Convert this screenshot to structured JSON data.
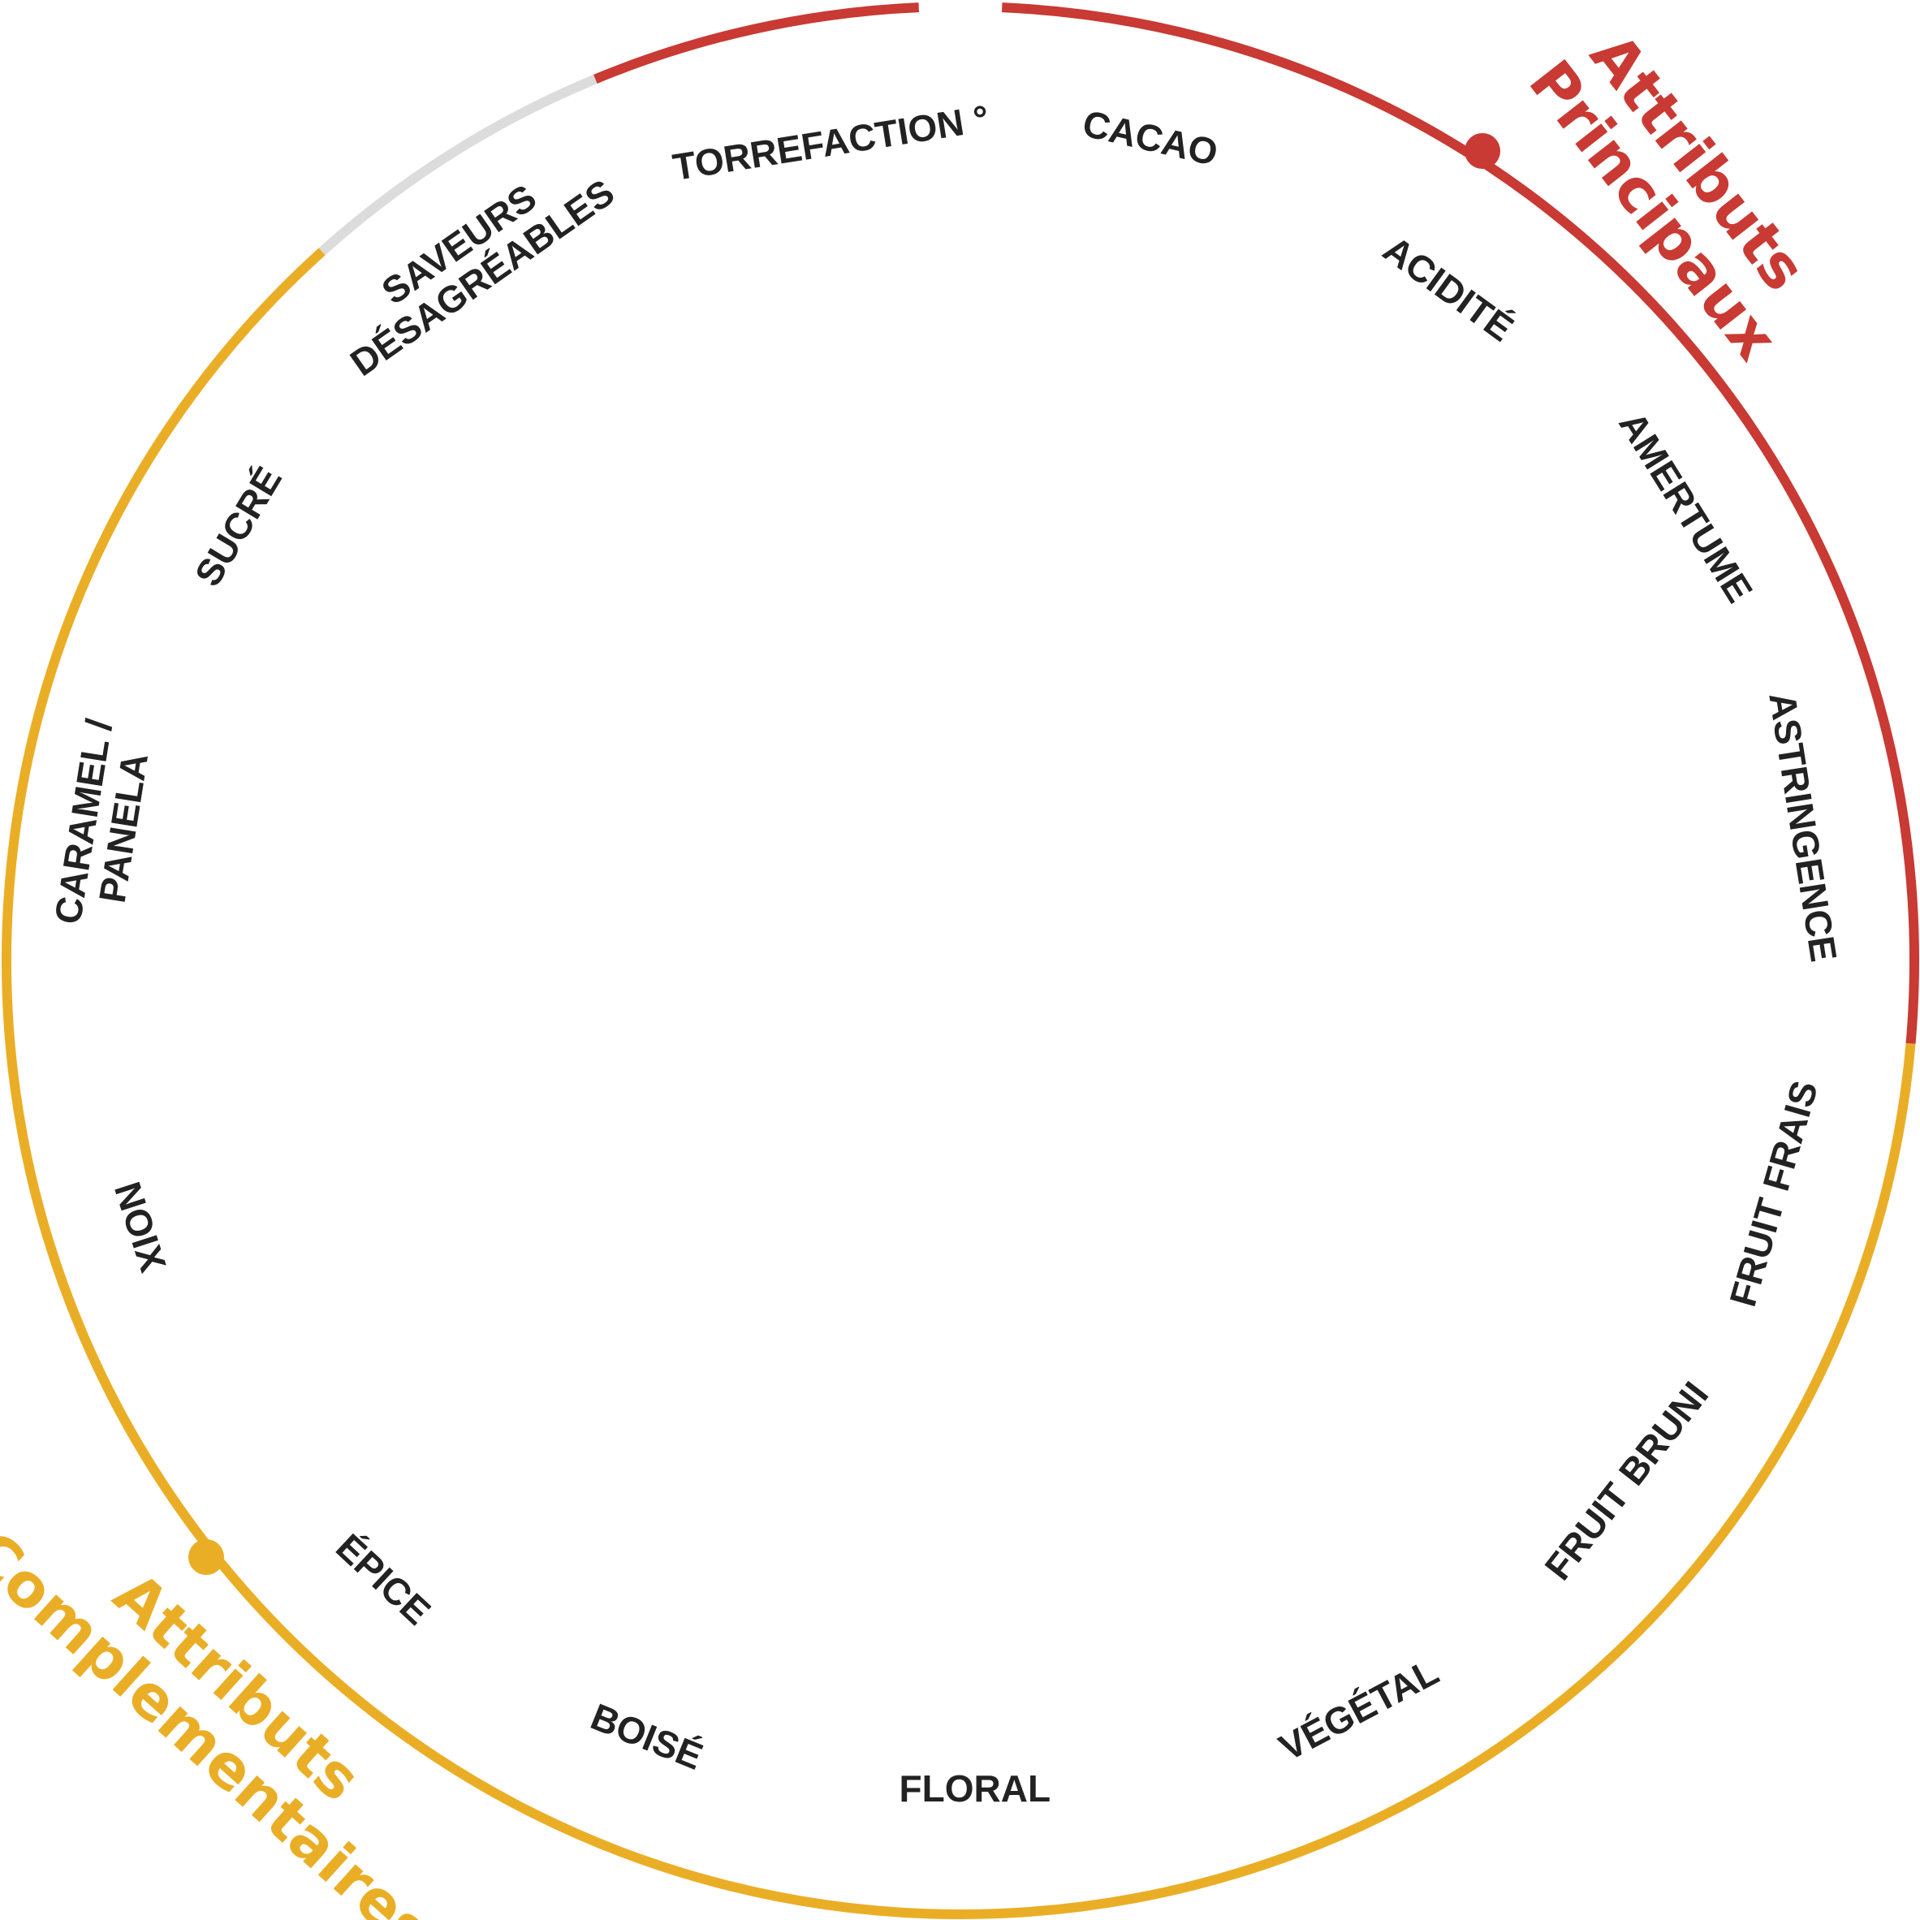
{
  "colors": {
    "principal": "#C83A33",
    "complementary": "#EAAE26",
    "other": "#DCDCDC",
    "text": "#222222",
    "background": "#FFFFFF"
  },
  "groups": {
    "principal": {
      "line1": "Attributs",
      "line2": "Principaux",
      "color": "#C83A33"
    },
    "complementary": {
      "line1": "Attributs",
      "line2": "Complementaires",
      "color": "#EAAE26"
    }
  },
  "attributes": [
    {
      "id": "cacao",
      "lines": [
        "CACAO"
      ],
      "group": "principal"
    },
    {
      "id": "acidite",
      "lines": [
        "ACIDITÉ"
      ],
      "group": "principal"
    },
    {
      "id": "amertume",
      "lines": [
        "AMERTUME"
      ],
      "group": "principal"
    },
    {
      "id": "astringence",
      "lines": [
        "ASTRINGENCE"
      ],
      "group": "principal"
    },
    {
      "id": "fruit-frais",
      "lines": [
        "FRUIT FRAIS"
      ],
      "group": "complementary"
    },
    {
      "id": "fruit-bruni",
      "lines": [
        "FRUIT BRUNI"
      ],
      "group": "complementary"
    },
    {
      "id": "vegetal",
      "lines": [
        "VÉGÉTAL"
      ],
      "group": "complementary"
    },
    {
      "id": "floral",
      "lines": [
        "FLORAL"
      ],
      "group": "complementary"
    },
    {
      "id": "boise",
      "lines": [
        "BOISÉ"
      ],
      "group": "complementary"
    },
    {
      "id": "epice",
      "lines": [
        "ÉPICE"
      ],
      "group": "complementary"
    },
    {
      "id": "noix",
      "lines": [
        "NOIX"
      ],
      "group": "complementary"
    },
    {
      "id": "caramel-panela",
      "lines": [
        "CARAMEL /",
        "PANELA"
      ],
      "group": "complementary"
    },
    {
      "id": "sucre",
      "lines": [
        "SUCRÉ"
      ],
      "group": "complementary"
    },
    {
      "id": "saveurs-desagreables",
      "lines": [
        "SAVEURS",
        "DÉSAGRÉABLES"
      ],
      "group": "other"
    },
    {
      "id": "torrefaction",
      "lines": [
        "TORREFACTION °"
      ],
      "group": "principal"
    }
  ]
}
